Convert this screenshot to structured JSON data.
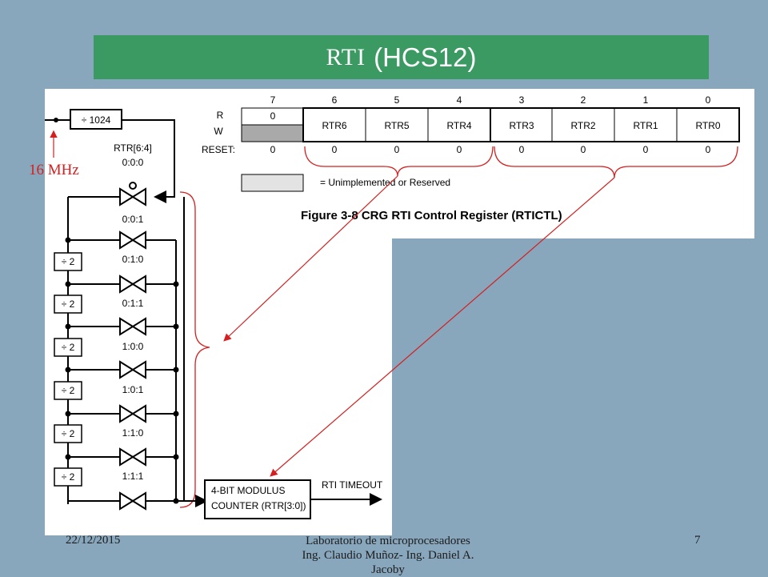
{
  "slide": {
    "title_main": "RTI",
    "title_sub": "(HCS12)",
    "freq_label": "16 MHz"
  },
  "register": {
    "bit_numbers": [
      "7",
      "6",
      "5",
      "4",
      "3",
      "2",
      "1",
      "0"
    ],
    "row_r": "R",
    "row_w": "W",
    "row_reset": "RESET:",
    "bit7_read": "0",
    "bits": [
      "RTR6",
      "RTR5",
      "RTR4",
      "RTR3",
      "RTR2",
      "RTR1",
      "RTR0"
    ],
    "reset_values": [
      "0",
      "0",
      "0",
      "0",
      "0",
      "0",
      "0",
      "0"
    ],
    "legend": "= Unimplemented or Reserved",
    "figure_caption": "Figure 3-8  CRG RTI Control Register (RTICTL)"
  },
  "circuit": {
    "prescaler": "÷ 1024",
    "select_label": "RTR[6:4]",
    "states": [
      "0:0:0",
      "0:0:1",
      "0:1:0",
      "0:1:1",
      "1:0:0",
      "1:0:1",
      "1:1:0",
      "1:1:1"
    ],
    "divider": "÷ 2",
    "counter_line1": "4-BIT MODULUS",
    "counter_line2": "COUNTER (RTR[3:0])",
    "output": "RTI TIMEOUT"
  },
  "footer": {
    "date": "22/12/2015",
    "center_line1": "Laboratorio de microprocesadores",
    "center_line2": "Ing. Claudio Muñoz- Ing. Daniel A.",
    "center_line3": "Jacoby",
    "page": "7"
  },
  "colors": {
    "background": "#88a7bd",
    "title_bar": "#3a9a62",
    "annotation": "#d42020"
  }
}
